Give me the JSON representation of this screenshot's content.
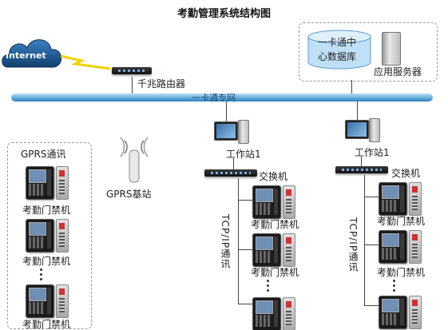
{
  "title": "考勤管理系统结构图",
  "internet": "Internet",
  "router": "千兆路由器",
  "backbone": "一卡通专网",
  "db": {
    "line1": "一卡通中",
    "line2": "心数据库"
  },
  "app_server": "应用服务器",
  "gprs_group": "GPRS通讯",
  "gprs_station": "GPRS基站",
  "workstation": "工作站1",
  "switch": "交换机",
  "device": "考勤门禁机",
  "tcp": "TCP/IP通讯",
  "colors": {
    "backbone": "#7fc0e6",
    "cloud": "#1f5f9e",
    "lightning": "#f1d000"
  },
  "icons": [
    "cloud-icon",
    "router-icon",
    "database-icon",
    "server-icon",
    "antenna-icon",
    "workstation-icon",
    "switch-icon",
    "attendance-device-icon",
    "door-lock-icon"
  ]
}
